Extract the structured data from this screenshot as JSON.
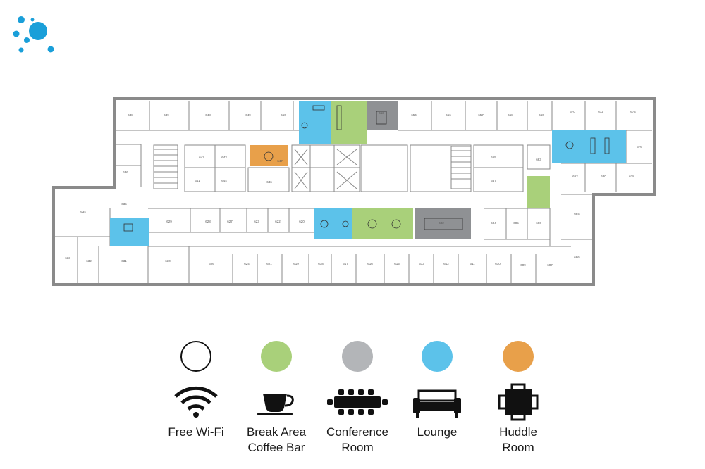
{
  "floor": {
    "rooms": [
      "638",
      "639",
      "648",
      "649",
      "650",
      "653",
      "654",
      "656",
      "657",
      "658",
      "660",
      "670",
      "672",
      "674",
      "676",
      "636",
      "642",
      "643",
      "641",
      "644",
      "646",
      "647",
      "665",
      "663",
      "667",
      "662",
      "680",
      "678",
      "634",
      "635",
      "633",
      "632",
      "631",
      "630",
      "629",
      "628",
      "627",
      "623",
      "622",
      "620",
      "602",
      "604",
      "605",
      "606",
      "684",
      "686",
      "626",
      "624",
      "621",
      "619",
      "618",
      "617",
      "616",
      "615",
      "613",
      "612",
      "611",
      "610",
      "609",
      "607"
    ]
  },
  "legend": [
    {
      "id": "wifi",
      "label_lines": [
        "Free Wi-Fi"
      ],
      "color": "#ffffff",
      "icon": "wifi-icon"
    },
    {
      "id": "break",
      "label_lines": [
        "Break Area",
        "Coffee Bar"
      ],
      "color": "#a9d07a",
      "icon": "coffee-cup-icon"
    },
    {
      "id": "conference",
      "label_lines": [
        "Conference",
        "Room"
      ],
      "color": "#b3b5b8",
      "icon": "conference-table-icon"
    },
    {
      "id": "lounge",
      "label_lines": [
        "Lounge"
      ],
      "color": "#5cc2ea",
      "icon": "sofa-icon"
    },
    {
      "id": "huddle",
      "label_lines": [
        "Huddle",
        "Room"
      ],
      "color": "#e8a04a",
      "icon": "huddle-table-icon"
    }
  ],
  "colors": {
    "logo": "#1a9fd9",
    "wall": "#8a8a8a",
    "lounge": "#5cc2ea",
    "break": "#a9d07a",
    "conference": "#8f9194",
    "huddle": "#e8a04a"
  }
}
